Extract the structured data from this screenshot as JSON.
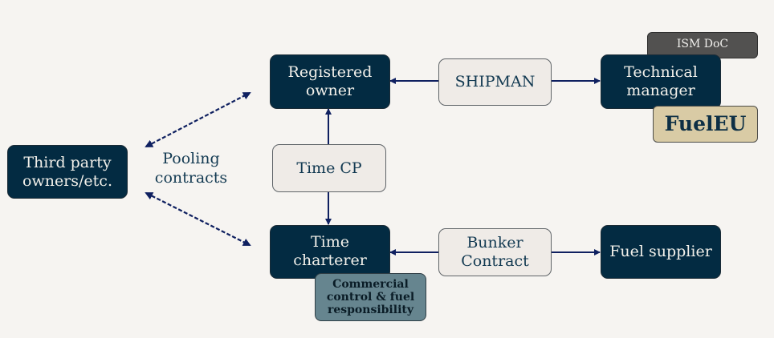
{
  "diagram": {
    "nodes": {
      "third_party": "Third party owners/etc.",
      "third_party_lines": [
        "Third party",
        "owners/etc."
      ],
      "registered_owner_lines": [
        "Registered",
        "owner"
      ],
      "shipman": "SHIPMAN",
      "technical_manager_lines": [
        "Technical",
        "manager"
      ],
      "ism_doc": "ISM DoC",
      "fueleu": "FuelEU",
      "time_cp": "Time CP",
      "time_charterer_lines": [
        "Time",
        "charterer"
      ],
      "commercial_lines": [
        "Commercial",
        "control & fuel",
        "responsibility"
      ],
      "bunker_contract_lines": [
        "Bunker",
        "Contract"
      ],
      "fuel_supplier": "Fuel supplier"
    },
    "labels": {
      "pooling_lines": [
        "Pooling",
        "contracts"
      ]
    },
    "edges": [
      {
        "from": "SHIPMAN",
        "to": "Registered owner",
        "style": "solid"
      },
      {
        "from": "SHIPMAN",
        "to": "Technical manager",
        "style": "solid"
      },
      {
        "from": "Time CP",
        "to": "Registered owner",
        "style": "solid"
      },
      {
        "from": "Time CP",
        "to": "Time charterer",
        "style": "solid"
      },
      {
        "from": "Bunker Contract",
        "to": "Time charterer",
        "style": "solid"
      },
      {
        "from": "Bunker Contract",
        "to": "Fuel supplier",
        "style": "solid"
      },
      {
        "from": "Third party owners/etc.",
        "to": "Registered owner",
        "style": "dashed",
        "bidirectional": true
      },
      {
        "from": "Third party owners/etc.",
        "to": "Time charterer",
        "style": "dashed",
        "bidirectional": true
      }
    ],
    "colors": {
      "dark_node": "#032b42",
      "light_node": "#efebe7",
      "ism_doc": "#525150",
      "fueleu": "#d9cba5",
      "commercial": "#66858f",
      "arrow": "#0f2060",
      "background": "#f6f4f1"
    }
  }
}
